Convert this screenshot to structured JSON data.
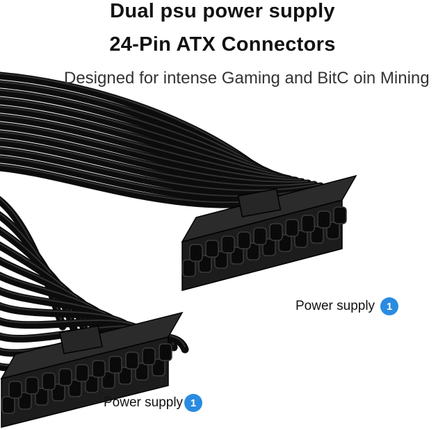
{
  "header": {
    "title_line1": "Dual psu power supply",
    "title_line2": "24-Pin ATX Connectors",
    "subtitle": "Designed for intense Gaming and BitC oin Mining"
  },
  "callouts": [
    {
      "text": "Power supply",
      "badge": "1"
    },
    {
      "text": "Power supply",
      "badge": "1"
    }
  ],
  "colors": {
    "badge": "#2a8be0",
    "cable": "#151515",
    "connector": "#1c1c1c"
  }
}
